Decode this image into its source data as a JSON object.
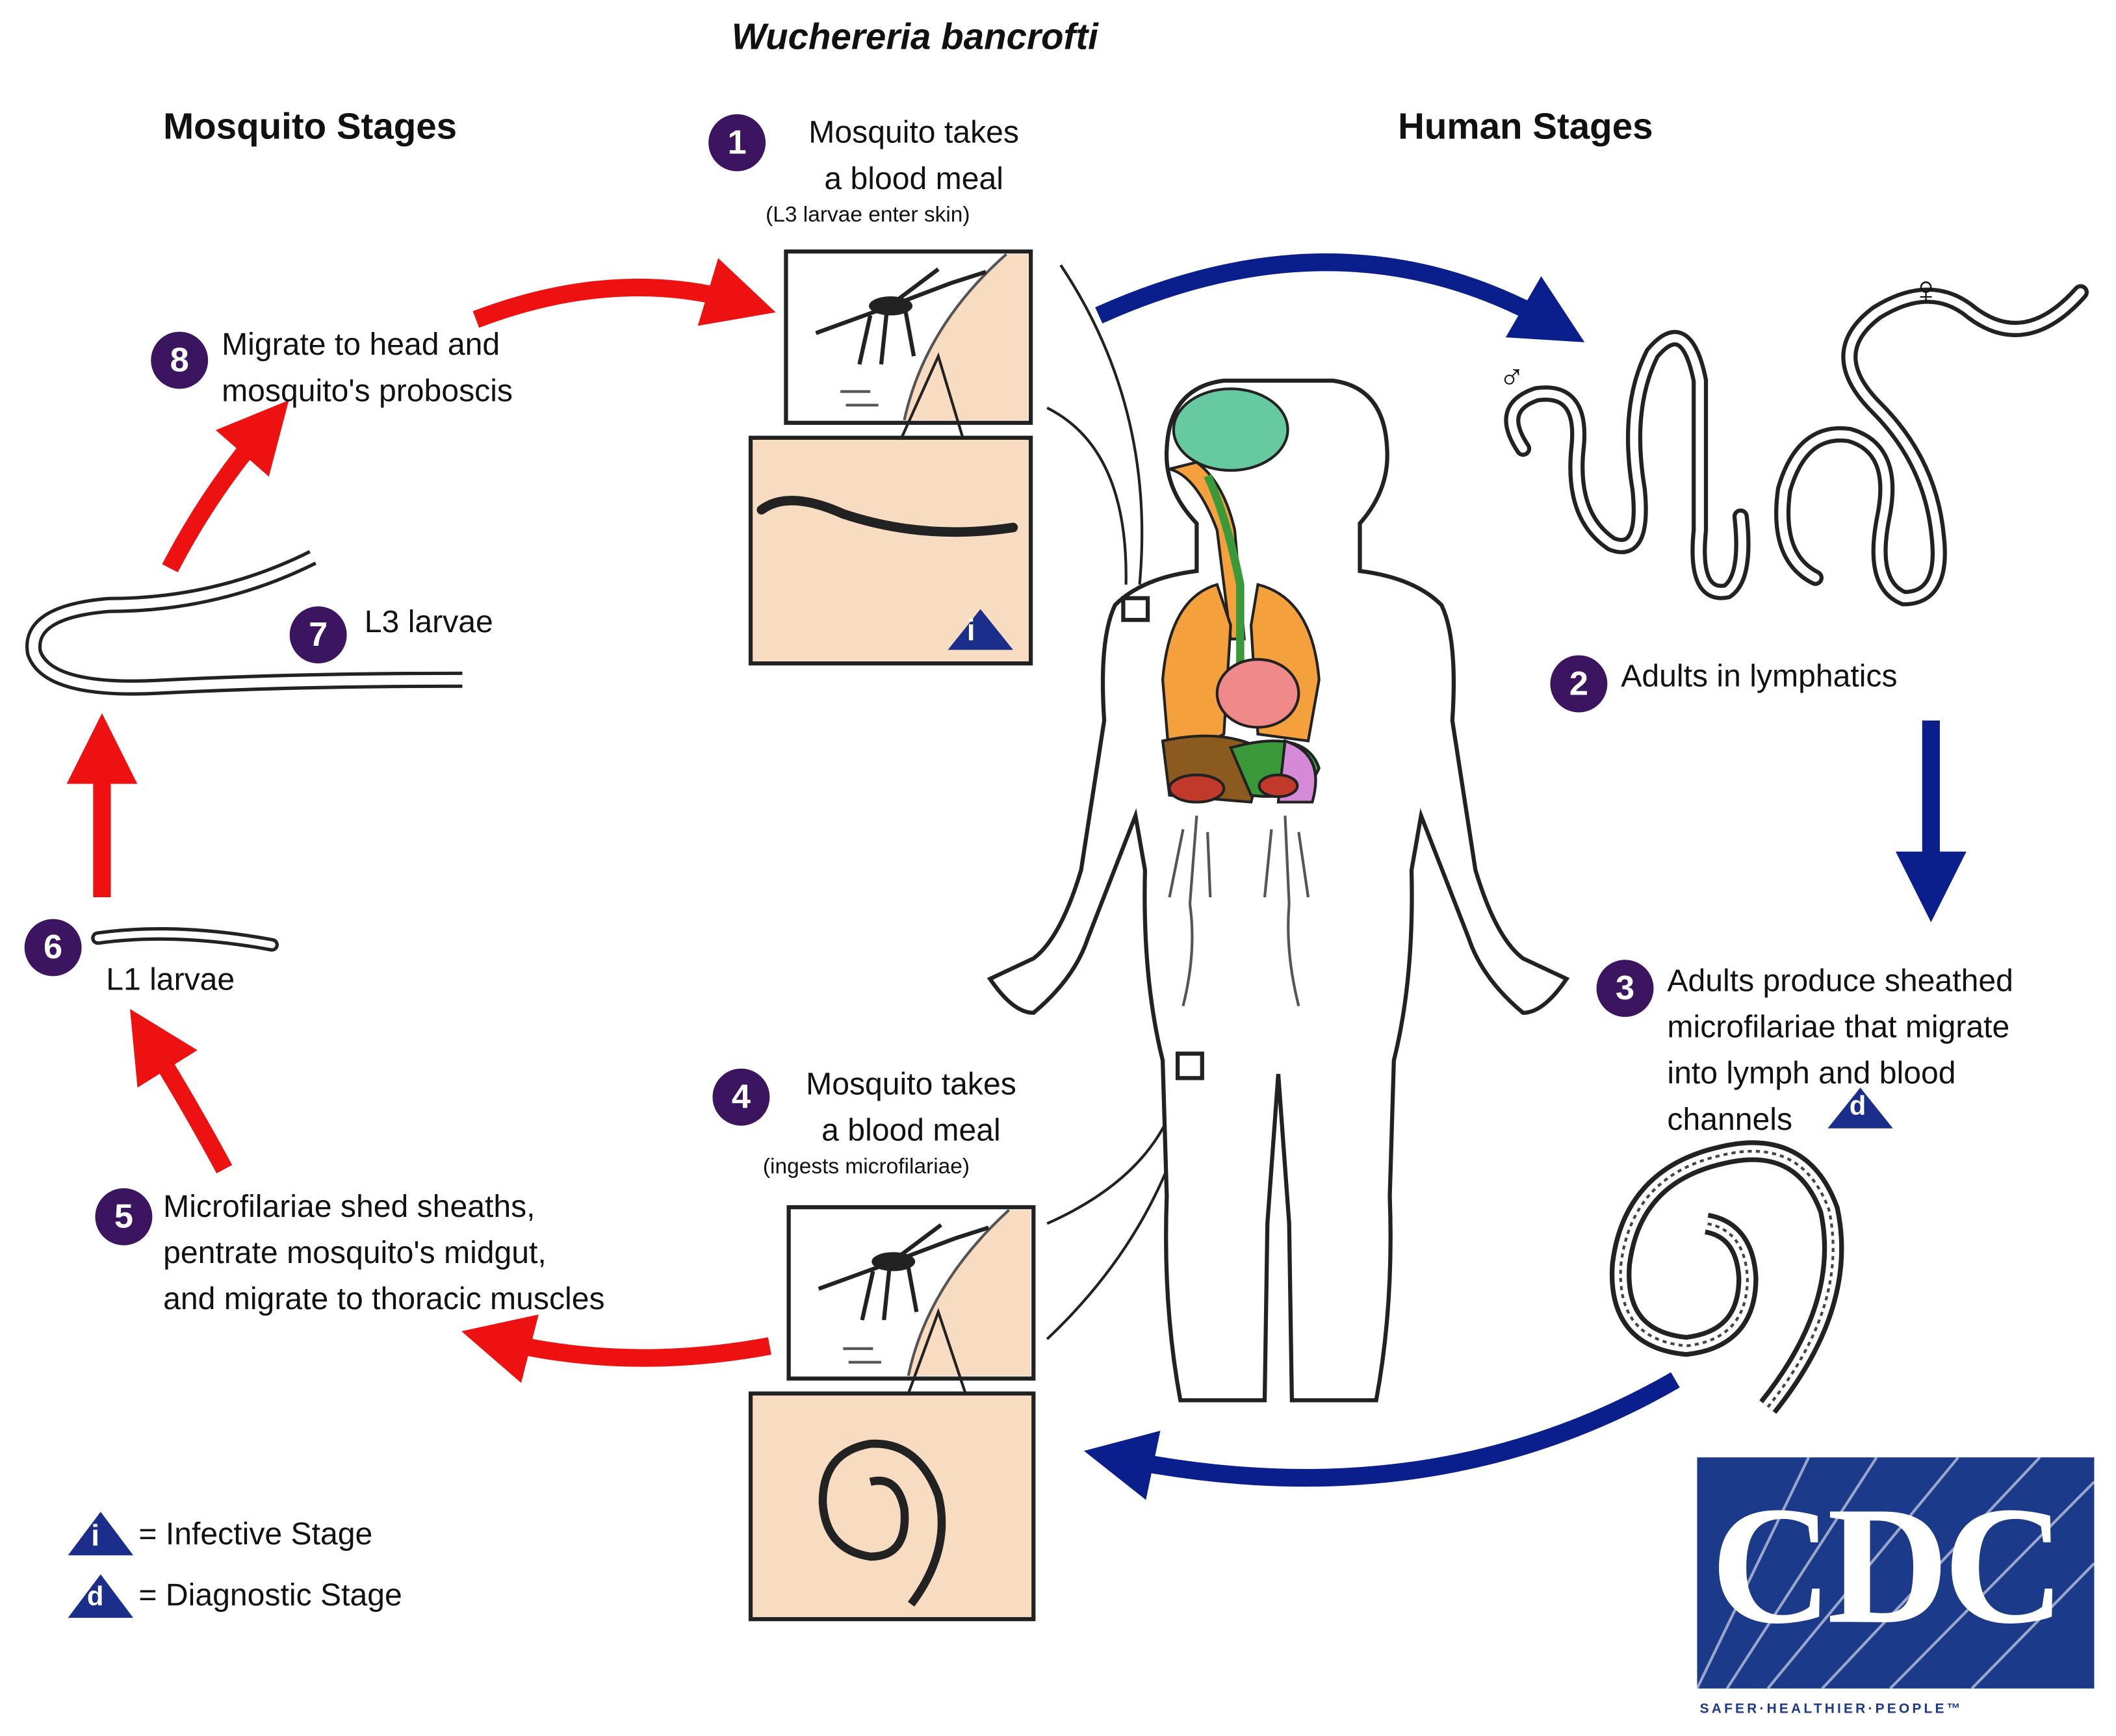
{
  "title": "Wuchereria bancrofti",
  "headings": {
    "mosquito": "Mosquito Stages",
    "human": "Human Stages"
  },
  "steps": [
    {
      "number": "1",
      "lines": [
        "Mosquito takes",
        "a blood meal"
      ],
      "note": "(L3 larvae enter skin)"
    },
    {
      "number": "2",
      "lines": [
        "Adults in lymphatics"
      ]
    },
    {
      "number": "3",
      "lines": [
        "Adults produce sheathed",
        "microfilariae that migrate",
        "into lymph and blood",
        "channels"
      ]
    },
    {
      "number": "4",
      "lines": [
        "Mosquito takes",
        "a blood meal"
      ],
      "note": "(ingests microfilariae)"
    },
    {
      "number": "5",
      "lines": [
        "Microfilariae shed sheaths,",
        "pentrate mosquito's midgut,",
        "and migrate to thoracic muscles"
      ]
    },
    {
      "number": "6",
      "lines": [
        "L1 larvae"
      ]
    },
    {
      "number": "7",
      "lines": [
        "L3 larvae"
      ]
    },
    {
      "number": "8",
      "lines": [
        "Migrate to head and",
        "mosquito's proboscis"
      ]
    }
  ],
  "symbols": {
    "male": "♂",
    "female": "♀"
  },
  "stage_markers": {
    "infective": "i",
    "diagnostic": "d"
  },
  "legend": [
    {
      "symbol": "i",
      "label": "= Infective Stage"
    },
    {
      "symbol": "d",
      "label": "= Diagnostic Stage"
    }
  ],
  "logo": {
    "text": "CDC",
    "tagline": "SAFER·HEALTHIER·PEOPLE™"
  },
  "colors": {
    "mosquito_arrow": "#ee1111",
    "human_arrow": "#0b1f8c",
    "step_badge": "#3b1560",
    "stage_triangle": "#1a2e8a",
    "inset_background": "#f7dcc2",
    "logo_blue": "#1c3a8a",
    "brain": "#67c9a0",
    "lungs": "#f3a03d",
    "heart": "#f08a8a",
    "liver": "#8a5a1f",
    "stomach": "#3a9a3a",
    "kidney": "#c0392b",
    "intestine": "#d58ad8"
  }
}
